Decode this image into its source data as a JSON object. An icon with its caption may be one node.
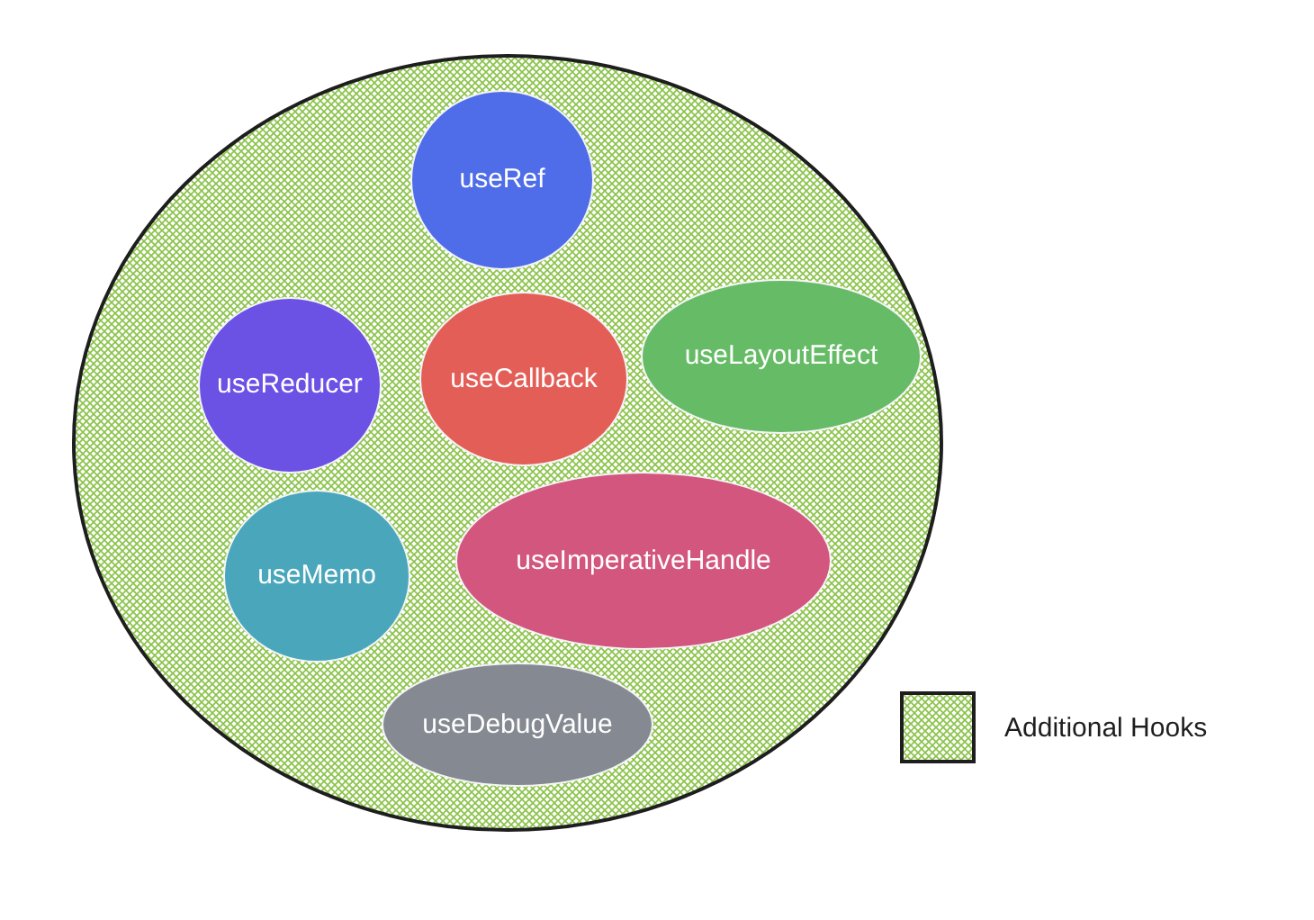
{
  "diagram": {
    "nodes": [
      {
        "text": [],
        "shape": "ellipse"
      },
      {
        "text": [
          "useRef"
        ],
        "in": 0
      },
      {
        "text": [
          "useReducer"
        ],
        "in": 0
      },
      {
        "text": [
          "useCallback"
        ],
        "in": 0
      },
      {
        "text": [
          "useLayoutEffect"
        ],
        "in": 0
      },
      {
        "text": [
          "useMemo"
        ],
        "in": 0
      },
      {
        "text": [
          "useImperativeHandle"
        ],
        "in": 0
      },
      {
        "text": [
          "useDebugValue"
        ],
        "in": 0
      }
    ],
    "legend": [
      {
        "text": "Additional Hooks",
        "color": "#8bc34a"
      }
    ]
  }
}
